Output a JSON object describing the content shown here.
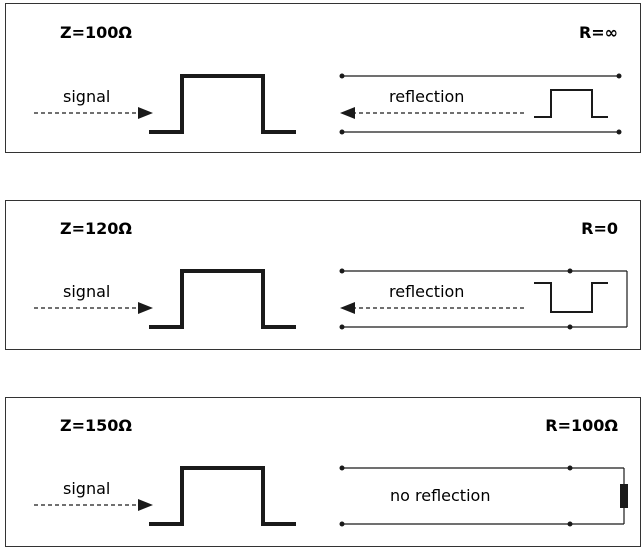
{
  "colors": {
    "line": "#1a1a1a",
    "border": "#333333",
    "background": "#ffffff"
  },
  "panels": [
    {
      "impedance": "Z=100Ω",
      "termination": "R=∞",
      "signal_label": "signal",
      "right_label": "reflection",
      "termination_type": "open",
      "reflected_pulse": "positive"
    },
    {
      "impedance": "Z=120Ω",
      "termination": "R=0",
      "signal_label": "signal",
      "right_label": "reflection",
      "termination_type": "short",
      "reflected_pulse": "negative"
    },
    {
      "impedance": "Z=150Ω",
      "termination": "R=100Ω",
      "signal_label": "signal",
      "right_label": "no reflection",
      "termination_type": "resistor",
      "reflected_pulse": "none"
    }
  ]
}
